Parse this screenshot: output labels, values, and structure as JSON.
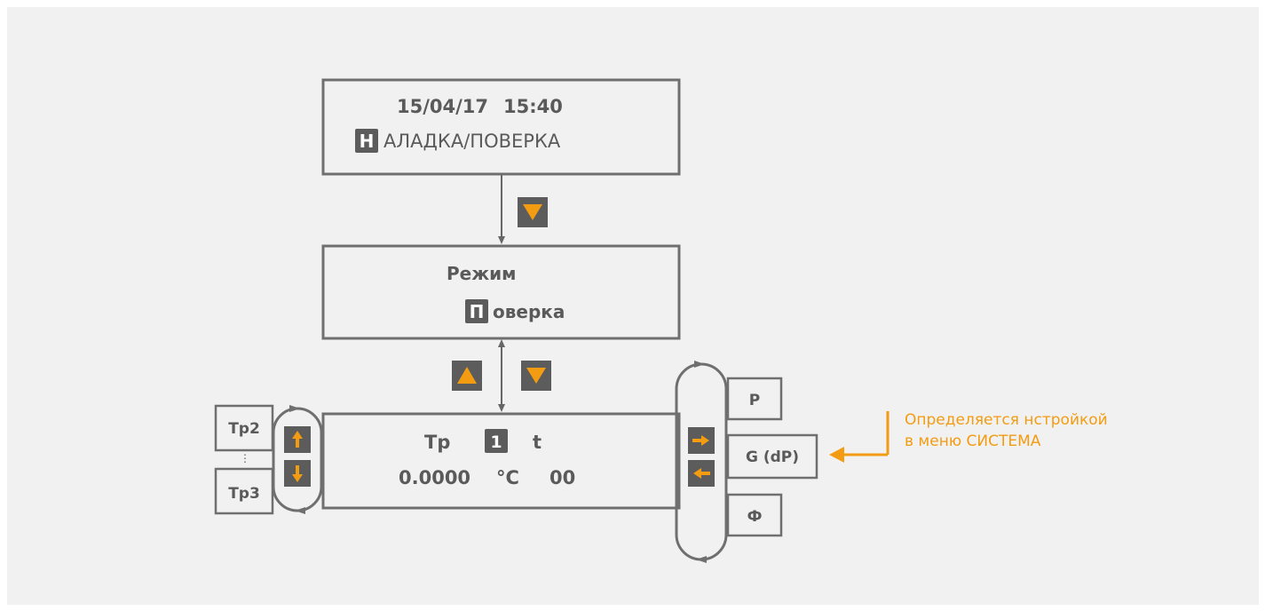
{
  "screen_top": {
    "date": "15/04/17",
    "time": "15:40",
    "key": "Н",
    "text": "АЛАДКА/ПОВЕРКА"
  },
  "screen_mode": {
    "title": "Режим",
    "key": "П",
    "text": "оверка"
  },
  "screen_main": {
    "label": "Тр",
    "num": "1",
    "unit_t": "t",
    "value": "0.0000",
    "unit": "°C",
    "code": "00"
  },
  "left_options": [
    "Тр2",
    "Тр3"
  ],
  "right_options": [
    "P",
    "G (dP)",
    "Ф"
  ],
  "note": {
    "line1": "Определяется нстройкой",
    "line2": "в меню СИСТЕМА"
  },
  "colors": {
    "accent": "#f39c12",
    "key": "#5c5c5c",
    "border": "#6f6f6f",
    "background": "#f1f1f1"
  },
  "icons": [
    "down-triangle-icon",
    "up-triangle-icon",
    "up-arrow-icon",
    "down-arrow-icon",
    "right-arrow-icon",
    "left-arrow-icon"
  ]
}
